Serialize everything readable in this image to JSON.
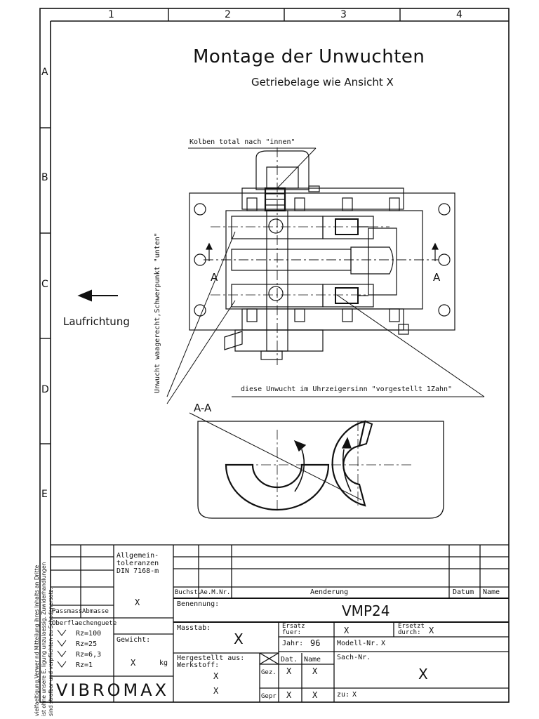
{
  "drawing": {
    "title": "Montage der Unwuchten",
    "subtitle": "Getriebelage wie Ansicht X",
    "annotation_kolben": "Kolben total nach \"innen\"",
    "annotation_unwucht": "Unwucht waagerecht,Schwerpunkt \"unten\"",
    "annotation_uhrzeiger": "diese Unwucht im Uhrzeigersinn \"vorgestellt 1Zahn\"",
    "section_label_left": "A",
    "section_label_right": "A",
    "section_view_label": "A-A",
    "laufrichtung": "Laufrichtung"
  },
  "frame": {
    "columns": [
      "1",
      "2",
      "3",
      "4"
    ],
    "rows": [
      "A",
      "B",
      "C",
      "D",
      "E"
    ]
  },
  "side_notice": {
    "lines": [
      "vielfaeltigung,Verwer   nd Mitteilung ihres Inhalts an Dritte",
      "ist ohne unsere E.      ligung unzulaessig. Zuwiderhandlungen",
      "sind strafbar und verpflichten zu Schadenersatz."
    ]
  },
  "title_block": {
    "allgemeintoleranzen": [
      "Allgemein-",
      "toleranzen",
      "DIN 7168-m"
    ],
    "tol_value": "X",
    "passmass": "Passmass",
    "abmasse": "Abmasse",
    "oberflaechenguete": "Oberflaechenguete",
    "surface": [
      "Rz=100",
      "Rz=25",
      "Rz=6,3",
      "Rz=1"
    ],
    "gewicht_label": "Gewicht:",
    "gewicht_value": "X",
    "gewicht_unit": "kg",
    "company": "VIBROMAX",
    "buchst": "Buchst.",
    "ae_m_nr": "Ae.M.Nr.",
    "aenderung": "Aenderung",
    "datum": "Datum",
    "name": "Name",
    "benennung_label": "Benennung:",
    "benennung_value": "VMP24",
    "massstab_label": "Masstab:",
    "massstab_value": "X",
    "ersatz_fuer_label": [
      "Ersatz",
      "fuer:"
    ],
    "ersatz_fuer_value": "X",
    "ersetzt_durch_label": [
      "Ersetzt",
      "durch:"
    ],
    "ersetzt_durch_value": "X",
    "jahr_label": "Jahr:",
    "jahr_value": "96",
    "modell_label": "Modell-Nr.",
    "modell_value": "X",
    "hergestellt_label": "Hergestellt aus:",
    "werkstoff_label": "Werkstoff:",
    "werkstoff_value1": "X",
    "werkstoff_value2": "X",
    "dat": "Dat.",
    "name2": "Name",
    "gez": "Gez.",
    "gez_dat": "X",
    "gez_name": "X",
    "gepr": "Gepr",
    "gepr_dat": "X",
    "gepr_name": "X",
    "sach_nr_label": "Sach-Nr.",
    "sach_nr_value": "X",
    "zu_label": "zu:",
    "zu_value": "X"
  }
}
